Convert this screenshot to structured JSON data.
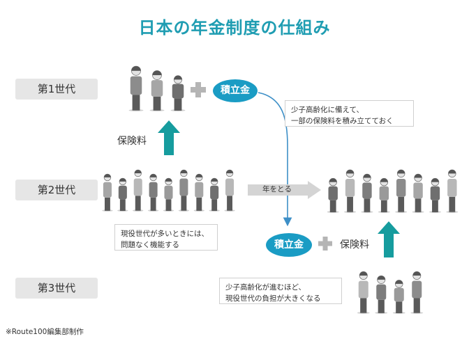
{
  "title": "日本の年金制度の仕組み",
  "generations": {
    "first": "第1世代",
    "second": "第2世代",
    "third": "第3世代"
  },
  "nodes": {
    "reserve_top": "積立金",
    "reserve_bottom": "積立金",
    "premium_left": "保険料",
    "premium_bottom": "保険料",
    "aging": "年をとる"
  },
  "notes": {
    "aging_prep": [
      "少子高齢化に備えて、",
      "一部の保険料を積み立てておく"
    ],
    "many_workers": [
      "現役世代が多いときには、",
      "問題なく機能する"
    ],
    "burden": [
      "少子高齢化が進むほど、",
      "現役世代の負担が大きくなる"
    ]
  },
  "credit": "※Route100編集部制作",
  "colors": {
    "accent": "#1a9cc4",
    "title": "#1f9db2",
    "arrow_teal": "#169c9e",
    "label_bg": "#e6e6e6",
    "gray_plus": "#b5b5b5"
  },
  "icons": [
    "plus-icon",
    "up-arrow-icon",
    "right-arrow-icon",
    "curved-arrow-icon",
    "people-illustration"
  ]
}
